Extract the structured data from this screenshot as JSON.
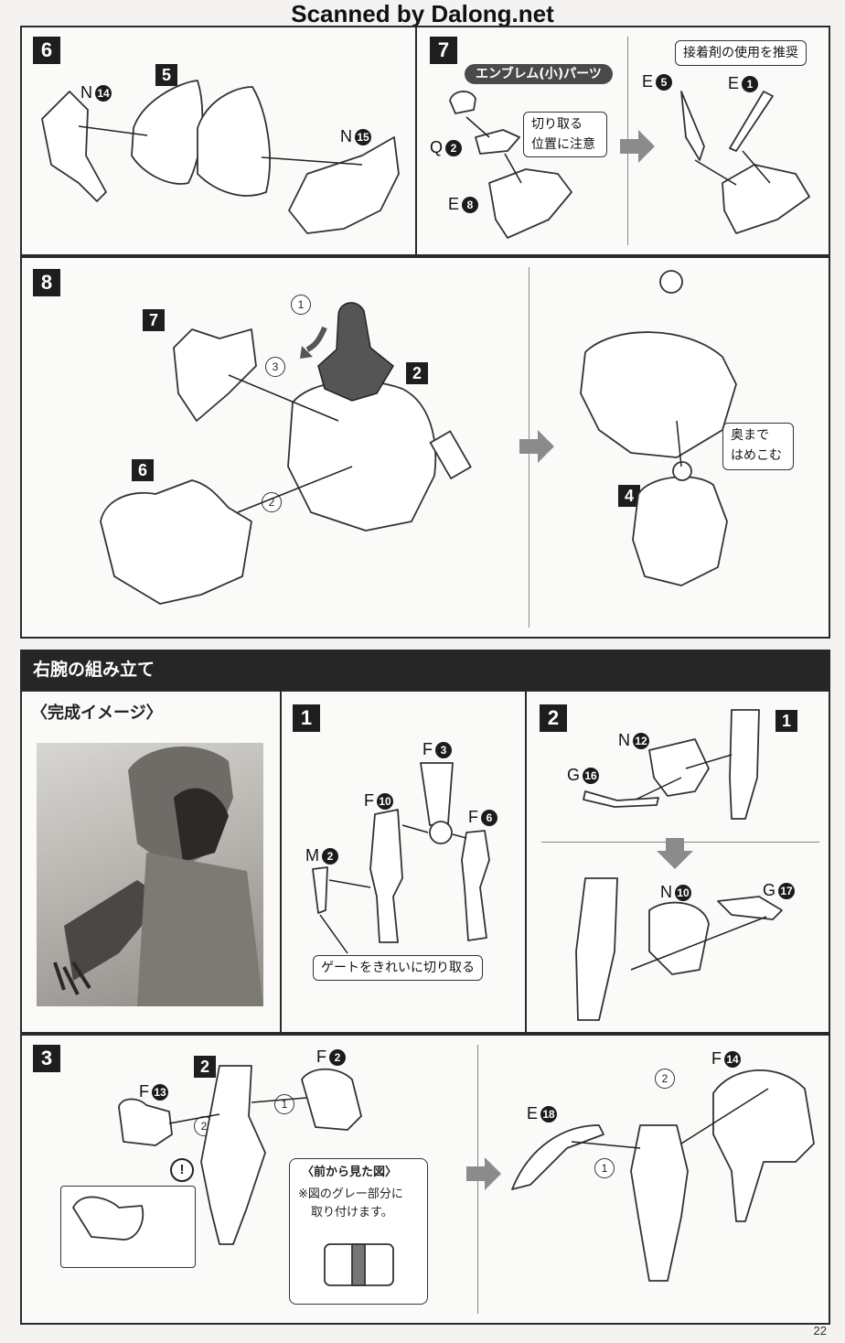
{
  "header": {
    "scan_credit": "Scanned by Dalong.net"
  },
  "steps": {
    "s6": {
      "number": "6",
      "sub_num": "5",
      "labels": [
        {
          "letter": "N",
          "circle": "14"
        },
        {
          "letter": "N",
          "circle": "15"
        }
      ]
    },
    "s7": {
      "number": "7",
      "pill": "エンブレム(小)パーツ",
      "callout": "切り取る\n位置に注意",
      "callout_line1": "切り取る",
      "callout_line2": "位置に注意",
      "callout2": "接着剤の使用を推奨",
      "labels": [
        {
          "letter": "Q",
          "circle": "2"
        },
        {
          "letter": "E",
          "circle": "8"
        },
        {
          "letter": "E",
          "circle": "5"
        },
        {
          "letter": "E",
          "circle": "1"
        }
      ]
    },
    "s8": {
      "number": "8",
      "sub7": "7",
      "sub6": "6",
      "sub2": "2",
      "sub4": "4",
      "order1": "1",
      "order2": "2",
      "order3": "3",
      "callout_line1": "奥まで",
      "callout_line2": "はめこむ"
    }
  },
  "section": {
    "title": "右腕の組み立て",
    "preview_label": "〈完成イメージ〉"
  },
  "arm_steps": {
    "a1": {
      "number": "1",
      "labels": [
        {
          "letter": "F",
          "circle": "3"
        },
        {
          "letter": "F",
          "circle": "10"
        },
        {
          "letter": "F",
          "circle": "6"
        },
        {
          "letter": "M",
          "circle": "2"
        }
      ],
      "callout": "ゲートをきれいに切り取る"
    },
    "a2": {
      "number": "2",
      "sub1": "1",
      "labels": [
        {
          "letter": "N",
          "circle": "12"
        },
        {
          "letter": "G",
          "circle": "16"
        },
        {
          "letter": "N",
          "circle": "10"
        },
        {
          "letter": "G",
          "circle": "17"
        }
      ]
    },
    "a3": {
      "number": "3",
      "sub2": "2",
      "order1": "1",
      "order2": "2",
      "labels": [
        {
          "letter": "F",
          "circle": "2"
        },
        {
          "letter": "F",
          "circle": "13"
        },
        {
          "letter": "E",
          "circle": "18"
        },
        {
          "letter": "F",
          "circle": "14"
        }
      ],
      "note_title": "〈前から見た図〉",
      "note_line1": "※図のグレー部分に",
      "note_line2": "取り付けます。",
      "alert": "!"
    }
  },
  "page_number": "22"
}
